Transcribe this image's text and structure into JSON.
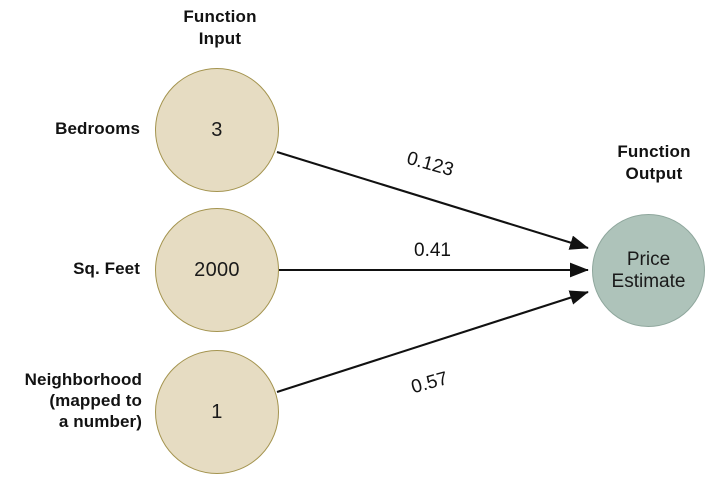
{
  "diagram": {
    "title_input": "Function\nInput",
    "title_output": "Function\nOutput",
    "background_color": "#ffffff",
    "input_node_color": "#e6dcc2",
    "input_node_border_color": "#a4944f",
    "output_node_color": "#aec3ba",
    "output_node_border_color": "#8fa79d",
    "edge_color": "#111111"
  },
  "inputs": [
    {
      "label": "Bedrooms",
      "value": "3",
      "weight": "0.123"
    },
    {
      "label": "Sq. Feet",
      "value": "2000",
      "weight": "0.41"
    },
    {
      "label": "Neighborhood\n(mapped to\na number)",
      "value": "1",
      "weight": "0.57"
    }
  ],
  "output": {
    "label": "Price\nEstimate"
  }
}
